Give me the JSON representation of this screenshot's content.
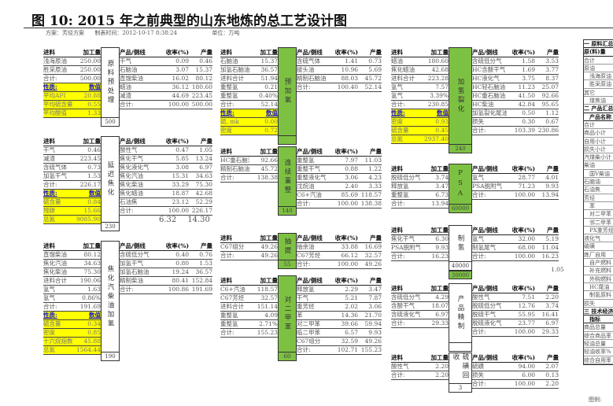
{
  "title": "图 10:  2015 年之前典型的山东地炼的总工艺设计图",
  "subtitle": "方案：芳烃方案      制表时间：2012-10-17 8:38:24                    单位：万吨",
  "headers": {
    "feed": [
      "进料",
      "加工量"
    ],
    "prod": [
      "产品/侧线",
      "收率(%)",
      "产量"
    ]
  },
  "units": [
    {
      "name": "原料预处理",
      "green": false,
      "cap": "500",
      "feed": [
        [
          "浅海原油",
          "250.00"
        ],
        [
          "胜采原油",
          "250.00"
        ],
        [
          "合计:",
          "500.00",
          "t"
        ],
        [
          "性质:",
          "数值",
          "yh"
        ],
        [
          "平均API",
          "20.88",
          "yl"
        ],
        [
          "平均硫含量",
          "0.55",
          "yl"
        ],
        [
          "平均酸值",
          "1.33",
          "yl"
        ]
      ],
      "prod": [
        [
          "干气",
          "0.09",
          "0.46"
        ],
        [
          "石脑油",
          "3.07",
          "15.37"
        ],
        [
          "直馏柴油",
          "16.02",
          "80.12"
        ],
        [
          "蜡油",
          "36.12",
          "180.60"
        ],
        [
          "减渣",
          "44.69",
          "223.45"
        ],
        [
          "合计:",
          "100.00",
          "500.00",
          "t"
        ]
      ]
    },
    {
      "name": "预加氢",
      "green": true,
      "cap": "",
      "feed": [
        [
          "石脑油",
          "15.37"
        ],
        [
          "加氢石脑油",
          "36.57"
        ],
        [
          "进料合计",
          "51.94"
        ],
        [
          "重整氢",
          "0.21"
        ],
        [
          "重整氢",
          "0.40%"
        ],
        [
          "合计:",
          "52.14",
          "t"
        ],
        [
          "性质:",
          "数值",
          "yh"
        ],
        [
          "硫, mk",
          "0.00",
          "yl"
        ],
        [
          "密度",
          "0.72",
          "yl"
        ]
      ],
      "prod": [
        [
          "含硫气体",
          "1.41",
          "0.73"
        ],
        [
          "拔头油",
          "10.96",
          "5.69"
        ],
        [
          "精制石脑油",
          "88.03",
          "45.72"
        ],
        [
          "合计:",
          "100.40",
          "52.14",
          "t"
        ]
      ]
    },
    {
      "name": "加氢裂化",
      "green": true,
      "cap": "240",
      "feed": [
        [
          "蜡油",
          "180.60"
        ],
        [
          "焦化蜡油",
          "42.68"
        ],
        [
          "进料合计",
          "223.28"
        ],
        [
          "氢气",
          "7.57"
        ],
        [
          "氢气",
          "3.39%"
        ],
        [
          "合计:",
          "230.85",
          "t"
        ],
        [
          "性质:",
          "数值",
          "yh"
        ],
        [
          "密度",
          "0.93",
          "yl"
        ],
        [
          "硫含量",
          "0.45",
          "yl"
        ],
        [
          "总氮",
          "2937.40",
          "yl"
        ]
      ],
      "prod": [
        [
          "含硫低分气",
          "1.58",
          "3.53"
        ],
        [
          "HC含酸干气",
          "1.69",
          "3.77"
        ],
        [
          "HC液化气",
          "3.75",
          "8.37"
        ],
        [
          "HC轻石脑油",
          "11.23",
          "25.07"
        ],
        [
          "HC重石脑油",
          "41.50",
          "92.66"
        ],
        [
          "HC柴油",
          "42.84",
          "95.65"
        ],
        [
          "加氢裂化尾油",
          "0.50",
          "1.12"
        ],
        [
          "损失",
          "0.30",
          "0.67"
        ],
        [
          "合计:",
          "103.39",
          "230.86",
          "t"
        ]
      ]
    },
    {
      "name": "延迟焦化",
      "green": false,
      "cap": "230",
      "feed": [
        [
          "干气",
          "0.46"
        ],
        [
          "减渣",
          "223.45"
        ],
        [
          "含硫气体",
          "0.73"
        ],
        [
          "加氢干气",
          "1.53"
        ],
        [
          "合计:",
          "226.17",
          "t"
        ],
        [
          "性质:",
          "数值",
          "yh"
        ],
        [
          "硫含量",
          "0.84",
          "yl"
        ],
        [
          "残碳",
          "15.66",
          "yl"
        ],
        [
          "总氮",
          "9085.90",
          "yl"
        ]
      ],
      "prod": [
        [
          "酸性气",
          "0.47",
          "1.05"
        ],
        [
          "焦化干气",
          "5.85",
          "13.24"
        ],
        [
          "焦化液化气",
          "3.08",
          "6.97"
        ],
        [
          "焦化汽油",
          "15.31",
          "34.63"
        ],
        [
          "焦化柴油",
          "33.29",
          "75.30"
        ],
        [
          "焦化蜡油",
          "18.87",
          "42.68"
        ],
        [
          "石油焦",
          "23.12",
          "52.29"
        ],
        [
          "合计:",
          "100.00",
          "226.17",
          "t"
        ]
      ],
      "extra": [
        "6.32",
        "14.30"
      ]
    },
    {
      "name": "连续重整",
      "green": true,
      "cap": "140",
      "feed": [
        [
          "HC重石脑油",
          "92.66"
        ],
        [
          "精制石脑油",
          "45.72"
        ],
        [
          "合计:",
          "138.38",
          "t"
        ]
      ],
      "prod": [
        [
          "重整氢",
          "7.97",
          "11.03"
        ],
        [
          "重整干气",
          "0.88",
          "1.22"
        ],
        [
          "重整液化气",
          "3.06",
          "4.23"
        ],
        [
          "戊烷油",
          "2.40",
          "3.33"
        ],
        [
          "C6+汽油",
          "85.69",
          "118.57"
        ],
        [
          "合计:",
          "100.00",
          "138.38",
          "t"
        ]
      ]
    },
    {
      "name": "PSA",
      "green": true,
      "cap": "60000",
      "feed": [
        [
          "脱硫低分气",
          "3.74"
        ],
        [
          "释放氢",
          "3.47"
        ],
        [
          "重整氢",
          "6.73"
        ],
        [
          "合计:",
          "13.94",
          "t"
        ]
      ],
      "prod": [
        [
          "氢气",
          "28.77",
          "4.01"
        ],
        [
          "PSA脱附气",
          "71.23",
          "9.93"
        ],
        [
          "合计:",
          "100.00",
          "13.94",
          "t"
        ]
      ]
    },
    {
      "name": "抽提",
      "green": true,
      "cap": "55",
      "feed": [
        [
          "C67组分",
          "49.26"
        ],
        [
          "合计:",
          "49.26",
          "t"
        ]
      ],
      "prod": [
        [
          "抽余油",
          "33.88",
          "16.69"
        ],
        [
          "C67芳烃",
          "66.12",
          "32.57"
        ],
        [
          "合计:",
          "100.00",
          "49.26",
          "t"
        ]
      ]
    },
    {
      "name": "制氢",
      "green": false,
      "cap": "40000",
      "cap2": "30000",
      "feed": [
        [
          "焦化干气",
          "6.30"
        ],
        [
          "PSA脱附气",
          "9.93"
        ],
        [
          "合计:",
          "16.23",
          "t"
        ]
      ],
      "prod": [
        [
          "氢气",
          "32.00",
          "5.19"
        ],
        [
          "制氢尾气",
          "68.00",
          "11.04"
        ],
        [
          "合计:",
          "100.00",
          "16.23",
          "t"
        ]
      ],
      "extra": [
        "1.05"
      ]
    },
    {
      "name": "焦化汽柴油加氢",
      "green": false,
      "cap": "190",
      "feed": [
        [
          "直馏柴油",
          "80.12"
        ],
        [
          "焦化汽油",
          "34.63"
        ],
        [
          "焦化柴油",
          "75.30"
        ],
        [
          "进料合计",
          "190.06"
        ],
        [
          "氢气",
          "1.63"
        ],
        [
          "氢气",
          "0.86%"
        ],
        [
          "合计:",
          "191.69",
          "t"
        ],
        [
          "性质:",
          "数值",
          "yh"
        ],
        [
          "硫含量",
          "0.34",
          "yl"
        ],
        [
          "密度",
          "0.85",
          "yl"
        ],
        [
          "十六烷指数",
          "45.88",
          "yl"
        ],
        [
          "总氮",
          "1564.44",
          "yl"
        ]
      ],
      "prod": [
        [
          "含硫低分气",
          "0.40",
          "0.76"
        ],
        [
          "加氢干气",
          "0.80",
          "1.53"
        ],
        [
          "加氢石脑油",
          "19.24",
          "36.57"
        ],
        [
          "精制柴油",
          "80.41",
          "152.84"
        ],
        [
          "合计:",
          "100.86",
          "191.69",
          "t"
        ]
      ]
    },
    {
      "name": "对二甲苯",
      "green": true,
      "cap": "60",
      "feed": [
        [
          "C6+汽油",
          "118.57"
        ],
        [
          "C67芳烃",
          "32.57"
        ],
        [
          "进料合计",
          "151.14"
        ],
        [
          "重整氢",
          "4.09"
        ],
        [
          "重整氢",
          "2.71%"
        ],
        [
          "合计:",
          "155.23",
          "t"
        ]
      ],
      "prod": [
        [
          "释放氢",
          "2.29",
          "3.47"
        ],
        [
          "干气",
          "5.21",
          "7.87"
        ],
        [
          "重芳烃",
          "2.02",
          "3.06"
        ],
        [
          "苯",
          "14.36",
          "21.70"
        ],
        [
          "对二甲苯",
          "39.66",
          "59.94"
        ],
        [
          "临二甲苯",
          "6.57",
          "9.93"
        ],
        [
          "C67组分",
          "32.59",
          "49.26"
        ],
        [
          "合计:",
          "102.71",
          "155.23",
          "t"
        ]
      ]
    },
    {
      "name": "产品精制",
      "green": false,
      "cap": "",
      "feed": [
        [
          "含硫低分气",
          "4.29"
        ],
        [
          "含酸干气",
          "18.07"
        ],
        [
          "含硫液化气",
          "6.97"
        ],
        [
          "合计:",
          "29.33",
          "t"
        ]
      ],
      "prod": [
        [
          "酸性气",
          "7.51",
          "2.20"
        ],
        [
          "脱硫低分气",
          "12.76",
          "3.74"
        ],
        [
          "脱硫干气",
          "55.95",
          "16.41"
        ],
        [
          "脱硫液化气",
          "23.77",
          "6.97"
        ],
        [
          "合计:",
          "100.00",
          "29.33",
          "t"
        ]
      ]
    },
    {
      "name": "硫磺回收",
      "green": false,
      "cap": "3",
      "feed": [
        [
          "酸性气",
          "2.20"
        ],
        [
          "合计:",
          "2.20",
          "t"
        ]
      ],
      "prod": [
        [
          "硫磺",
          "94.00",
          "2.07"
        ],
        [
          "损失",
          "6.00",
          "0.13"
        ],
        [
          "合计:",
          "100.00",
          "2.20",
          "t"
        ]
      ]
    }
  ],
  "summary": [
    [
      "一 原料汇总",
      "sec"
    ],
    [
      "原(料)量",
      "sec"
    ],
    [
      "合计"
    ],
    [
      "原油"
    ],
    [
      "　浅海原油"
    ],
    [
      "　胜采原油"
    ],
    [
      "其它"
    ],
    [
      "　煤焦油"
    ],
    [
      "二 产品汇总",
      "sec"
    ],
    [
      "　产品名称",
      "sec"
    ],
    [
      "合计"
    ],
    [
      "商品小计"
    ],
    [
      "自用小计"
    ],
    [
      "损失小计"
    ],
    [
      "汽煤柴小计"
    ],
    [
      "柴油"
    ],
    [
      "　国V柴油"
    ],
    [
      "石脑油"
    ],
    [
      "石油焦"
    ],
    [
      "芳烃"
    ],
    [
      "　苯"
    ],
    [
      "　对二甲苯"
    ],
    [
      "　邻二甲苯"
    ],
    [
      "　PX重芳烃"
    ],
    [
      "液化气"
    ],
    [
      "硫磺"
    ],
    [
      "炼厂自用"
    ],
    [
      "　自产燃料"
    ],
    [
      "　补充燃料"
    ],
    [
      "　外购燃料"
    ],
    [
      "　HC尾油"
    ],
    [
      "　制氢原料"
    ],
    [
      "损失"
    ],
    [
      "三 技术经济",
      "sec"
    ],
    [
      "　指标",
      "sec"
    ],
    [
      "商品总量"
    ],
    [
      "综合商品率"
    ],
    [
      "轻油总量"
    ],
    [
      "轻油收率%"
    ],
    [
      "综合自用率"
    ]
  ],
  "legend": "图例:"
}
